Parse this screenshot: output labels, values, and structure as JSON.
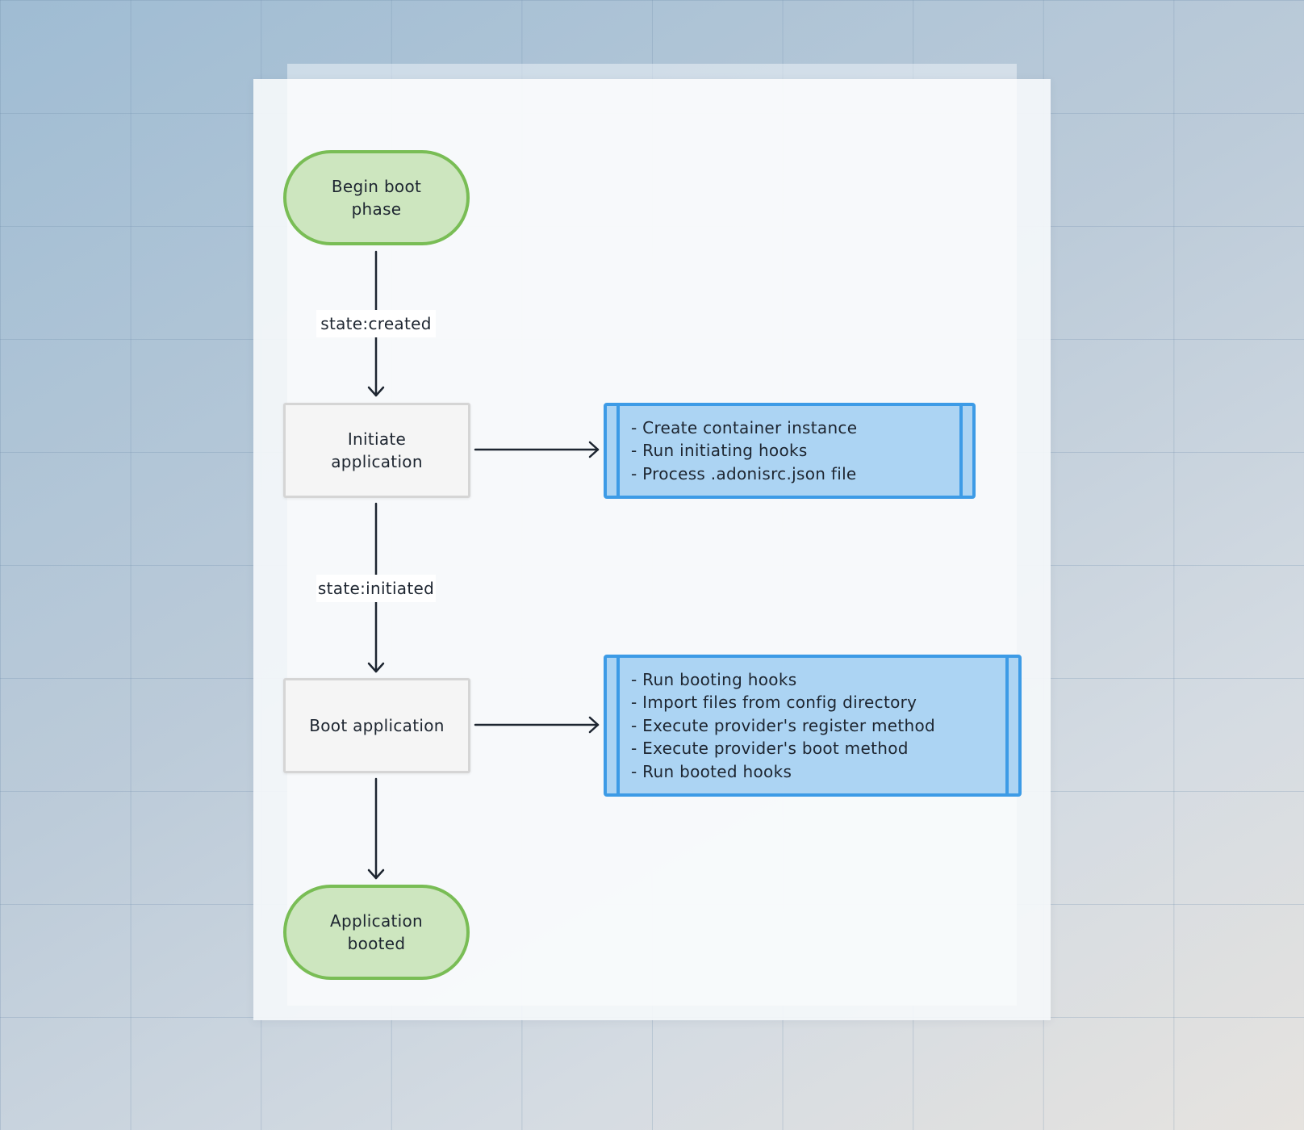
{
  "diagram": {
    "nodes": {
      "begin": {
        "label": "Begin boot\nphase"
      },
      "initiate": {
        "label": "Initiate\napplication"
      },
      "boot": {
        "label": "Boot application"
      },
      "booted": {
        "label": "Application\nbooted"
      }
    },
    "edge_labels": {
      "created": "state:created",
      "initiated": "state:initiated"
    },
    "details": {
      "initiate": [
        "- Create container instance",
        "- Run initiating hooks",
        "- Process .adonisrc.json file"
      ],
      "boot": [
        "- Run booting hooks",
        "- Import files from config directory",
        "- Execute provider's register method",
        "- Execute provider's boot method",
        "- Run booted hooks"
      ]
    }
  },
  "colors": {
    "terminal_fill": "#cde6bf",
    "terminal_stroke": "#79bd55",
    "detail_fill": "#acd4f3",
    "detail_stroke": "#3d9be6",
    "edge": "#1d2530"
  }
}
